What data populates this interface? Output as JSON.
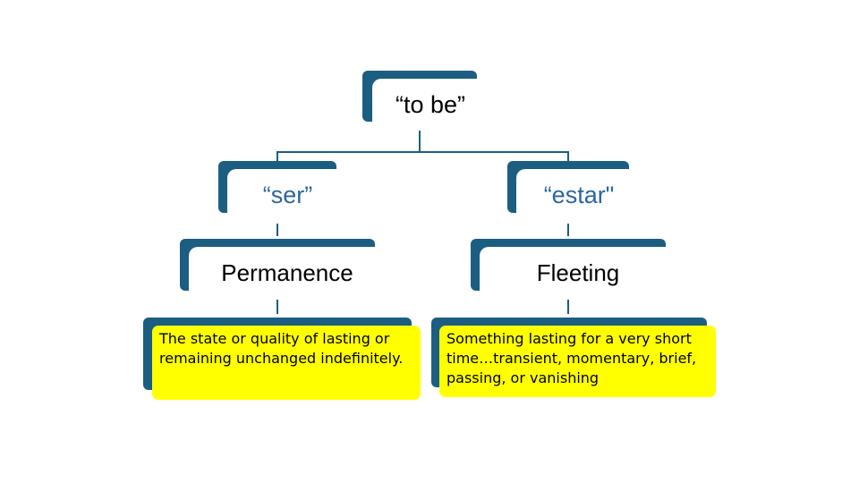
{
  "diagram": {
    "root": {
      "label": "“to be”"
    },
    "branches": [
      {
        "verb": "“ser”",
        "concept": "Permanence",
        "definition": "The state or quality of lasting or remaining unchanged indefinitely."
      },
      {
        "verb": "“estar\"",
        "concept": "Fleeting",
        "definition": "Something lasting for a very short time…transient, momentary, brief, passing, or vanishing"
      }
    ]
  },
  "colors": {
    "bracket": "#1b5e82",
    "verb_text": "#2a66a0",
    "definition_bg": "#ffff00"
  }
}
